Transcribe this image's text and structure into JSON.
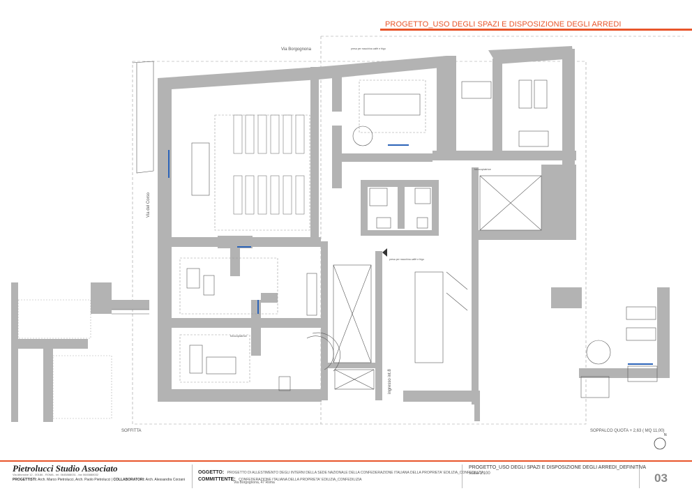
{
  "header": {
    "title": "PROGETTO_USO DEGLI SPAZI E DISPOSIZIONE DEGLI ARREDI",
    "accent_color": "#e8552a"
  },
  "plan": {
    "street_top": "Via Borgognona",
    "street_left": "Via del Corso",
    "note_top": "presa per macchina caffè e frigo",
    "note_mid": "presa per macchina caffè e frigo",
    "copier_top": "fotocopiatrice",
    "copier_left": "fotocopiatrice",
    "entrance": "ingresso int.8",
    "left_inset_label": "SOFFITTA",
    "right_inset_label": "SOPPALCO QUOTA + 2,63 ( MQ 11,00)",
    "wall_color": "#b3b3b3",
    "north_icon": "north-arrow-icon"
  },
  "title_block": {
    "studio_name": "Pietrolucci Studio Associato",
    "studio_address": "Via Alfonsine 12 - 00186 - ROMA - tel. 0645888031 - fax 0645888032",
    "designers_label": "PROGETTISTI:",
    "designers": "Arch. Marco Pietrolucci, Arch. Paolo Pietrolucci",
    "collaborators_label": "COLLABORATORI:",
    "collaborators": "Arch. Alessandra Corzani",
    "object_label": "OGGETTO:",
    "object_text": "PROGETTO DI ALLESTIMENTO DEGLI INTERNI DELLA SEDE NAZIONALE DELLA CONFEDERAZIONE ITALIANA DELLA PROPRIETA' EDILIZIA_CONFEDILIZIA",
    "client_label": "COMMITTENTE:",
    "client_text": "CONFEDERAZIONE ITALIANA DELLA PROPRIETA' EDILIZIA_CONFEDILIZIA",
    "site_address": "Via Borgognona, 47 Roma",
    "drawing_title": "PROGETTO_USO DEGLI SPAZI E DISPOSIZIONE DEGLI ARREDI_DEFINITIVA",
    "scale": "scala 1:100",
    "sheet_number": "03"
  }
}
